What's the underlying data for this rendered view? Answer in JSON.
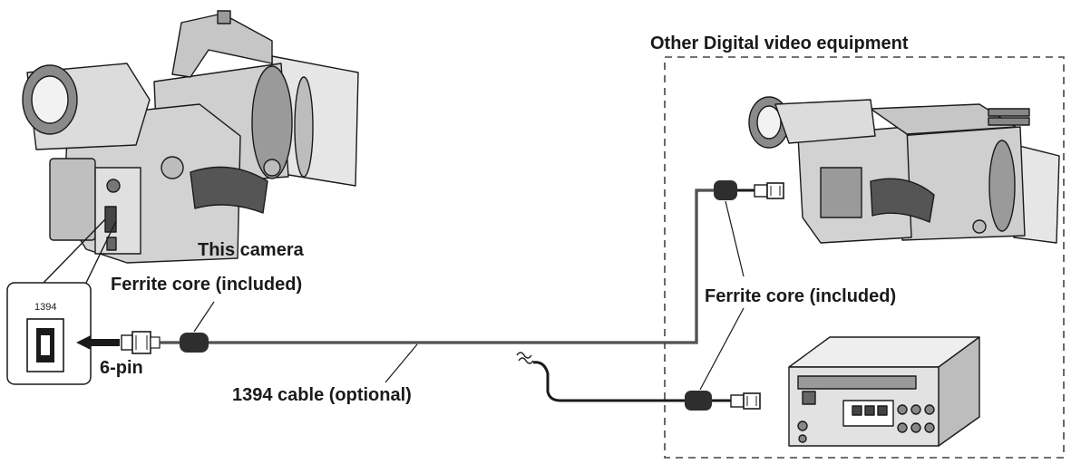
{
  "labels": {
    "other_equipment": "Other Digital video equipment",
    "this_camera": "This camera",
    "ferrite_left": "Ferrite core (included)",
    "ferrite_right": "Ferrite core (included)",
    "port": "1394",
    "pin": "6-pin",
    "cable": "1394 cable (optional)"
  },
  "colors": {
    "line": "#1a1a1a",
    "cable": "#4a4a4a",
    "ferrite": "#2e2e2e",
    "device_body": "#d9d9d9",
    "device_dark": "#8a8a8a",
    "dashed_box": "#444444"
  }
}
